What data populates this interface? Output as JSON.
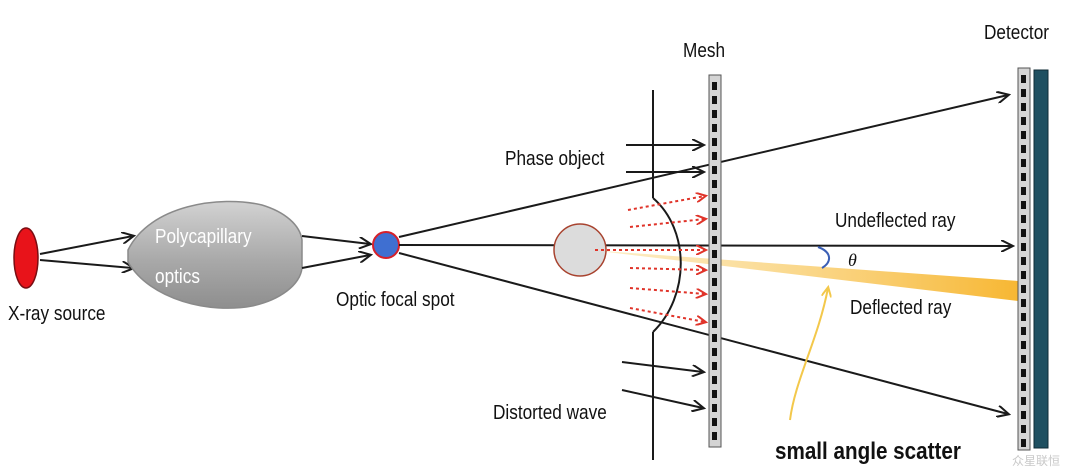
{
  "labels": {
    "xray_source": "X-ray source",
    "polycapillary_line1": "Polycapillary",
    "polycapillary_line2": "optics",
    "optic_focal_spot": "Optic focal spot",
    "phase_object": "Phase object",
    "distorted_wave": "Distorted wave",
    "mesh": "Mesh",
    "detector": "Detector",
    "undeflected_ray": "Undeflected ray",
    "theta": "θ",
    "deflected_ray": "Deflected ray",
    "small_angle_scatter": "small angle scatter",
    "watermark": "众星联恒"
  },
  "colors": {
    "source_fill": "#e8131a",
    "focal_spot_fill": "#3f6fd1",
    "focal_spot_ring": "#d6202a",
    "optics_fill": "#b3b3b3",
    "phase_object_fill": "#dcdcdc",
    "phase_object_ring": "#a8432f",
    "deflected_beam": "#f7b733",
    "scatter_pointer": "#f3c84b",
    "deflection_arrows": "#e0342a",
    "detector_panel": "#1f5061",
    "ray_color": "#1a1a1a"
  }
}
